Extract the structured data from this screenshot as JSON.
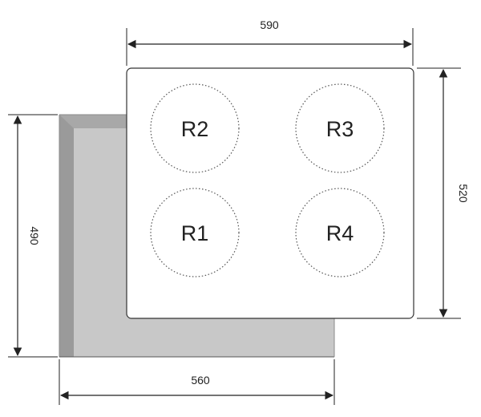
{
  "dimensions": {
    "top_width": "590",
    "right_height": "520",
    "left_height": "490",
    "bottom_width": "560"
  },
  "burners": {
    "r2": "R2",
    "r3": "R3",
    "r1": "R1",
    "r4": "R4"
  },
  "colors": {
    "cutout_fill": "#c8c8c8",
    "cutout_edge": "#9e9e9e",
    "line": "#222222",
    "hob_fill": "#ffffff"
  }
}
